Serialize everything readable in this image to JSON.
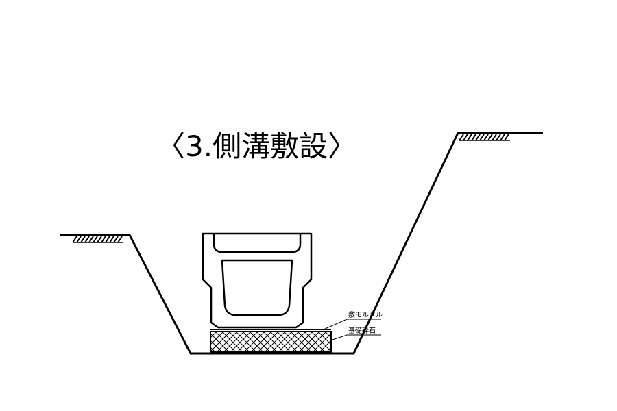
{
  "title": "〈3.側溝敷設〉",
  "labels": {
    "mortar": "敷モルタル",
    "base_stone": "基礎砕石"
  },
  "colors": {
    "line": "#000000",
    "background": "#ffffff"
  }
}
